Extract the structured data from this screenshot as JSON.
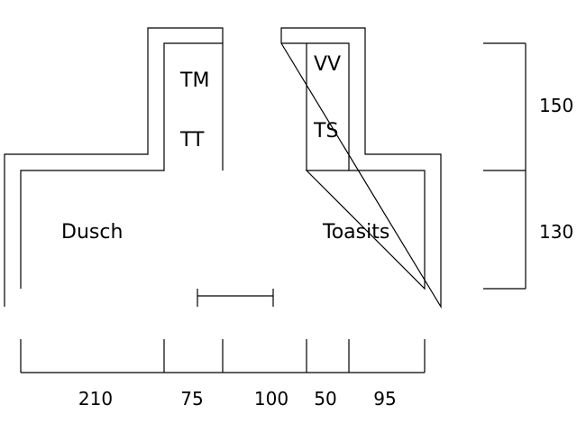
{
  "rooms": {
    "tm": "TM",
    "tt": "TT",
    "vv": "VV",
    "ts": "TS",
    "dusch": "Dusch",
    "toasits": "Toasits"
  },
  "dimensions": {
    "horizontal": [
      "210",
      "75",
      "100",
      "50",
      "95"
    ],
    "vertical": [
      "150",
      "130"
    ]
  },
  "colors": {
    "line": "#000000",
    "background": "#ffffff"
  }
}
